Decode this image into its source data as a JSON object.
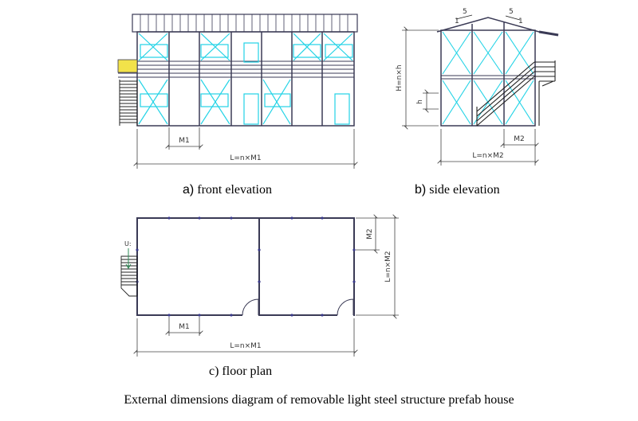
{
  "caption": "External dimensions diagram of removable light steel structure prefab house",
  "colors": {
    "structure": "#3a3a55",
    "bracing": "#22d3e6",
    "stair_accent": "#f2e24a",
    "dimension": "#444444",
    "north_arrow": "#2e8b57"
  },
  "front_elevation": {
    "label_letter": "a)",
    "label_text": "front elevation",
    "dim_module": "M1",
    "dim_total": "L=n×M1"
  },
  "side_elevation": {
    "label_letter": "b)",
    "label_text": "side elevation",
    "dim_height": "H=n×h",
    "dim_floor": "h",
    "dim_module": "M2",
    "dim_total": "L=n×M2",
    "slope_left_a": "1",
    "slope_left_b": "5",
    "slope_right_a": "5",
    "slope_right_b": "1"
  },
  "floor_plan": {
    "label_text": "c) floor plan",
    "dim_module_x": "M1",
    "dim_total_x": "L=n×M1",
    "dim_module_y": "M2",
    "dim_total_y": "L=n×M2",
    "stair_mark": "U:"
  }
}
